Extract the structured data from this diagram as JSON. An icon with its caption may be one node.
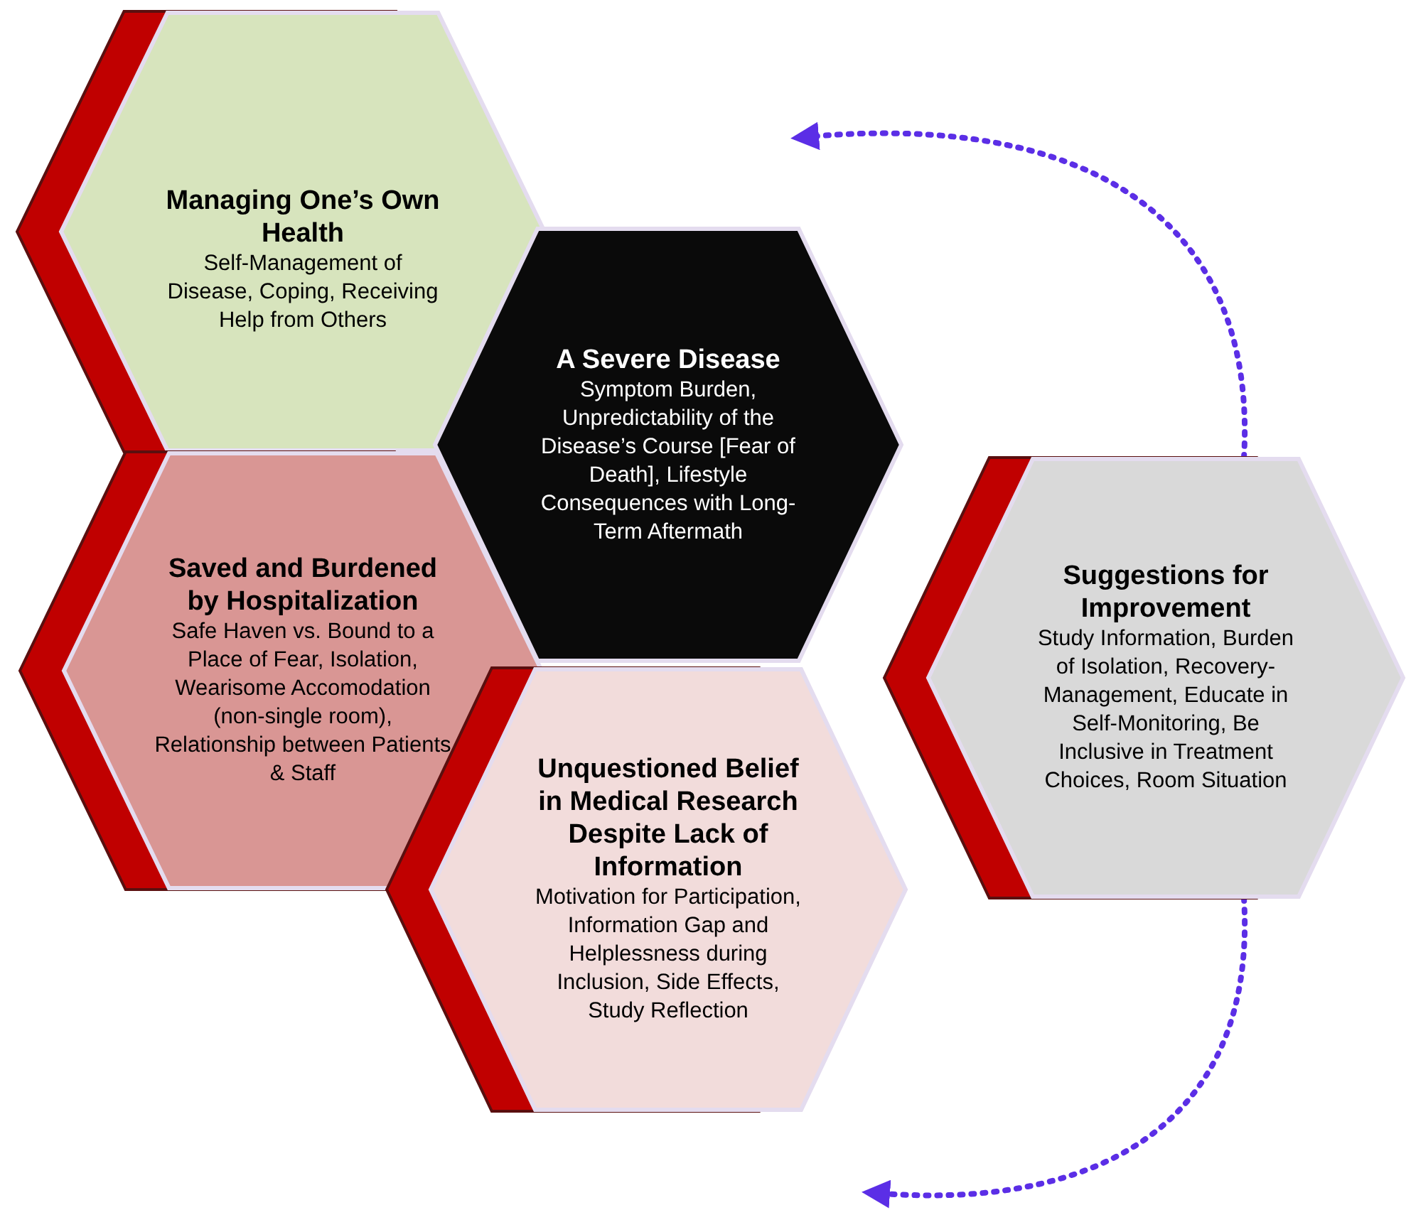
{
  "diagram": {
    "nodes": [
      {
        "text": [
          "Managing One’s Own Health",
          "Self-Management of Disease, Coping, Receiving Help from Others"
        ]
      },
      {
        "text": [
          "A  Severe Disease",
          "Symptom Burden, Unpredictability of the Disease’s Course [Fear of Death], Lifestyle Consequences with Long-Term Aftermath"
        ]
      },
      {
        "text": [
          "Saved and Burdened by Hospitalization",
          "Safe Haven vs. Bound to a Place of Fear, Isolation, Wearisome Accomodation (non-single room), Relationship between Patients & Staff"
        ]
      },
      {
        "text": [
          "Unquestioned Belief in Medical Research Despite Lack of Information",
          "Motivation for Participation, Information Gap and Helplessness during Inclusion, Side Effects, Study Reflection"
        ]
      },
      {
        "text": [
          "Suggestions for Improvement",
          "Study Information, Burden of Isolation, Recovery-Management, Educate in Self-Monitoring, Be Inclusive in Treatment Choices, Room Situation"
        ]
      }
    ],
    "edges": [
      {
        "from": 4,
        "to": null,
        "arrow": "to",
        "style": "dashed"
      },
      {
        "from": 4,
        "to": null,
        "arrow": "to",
        "style": "dashed"
      }
    ]
  }
}
